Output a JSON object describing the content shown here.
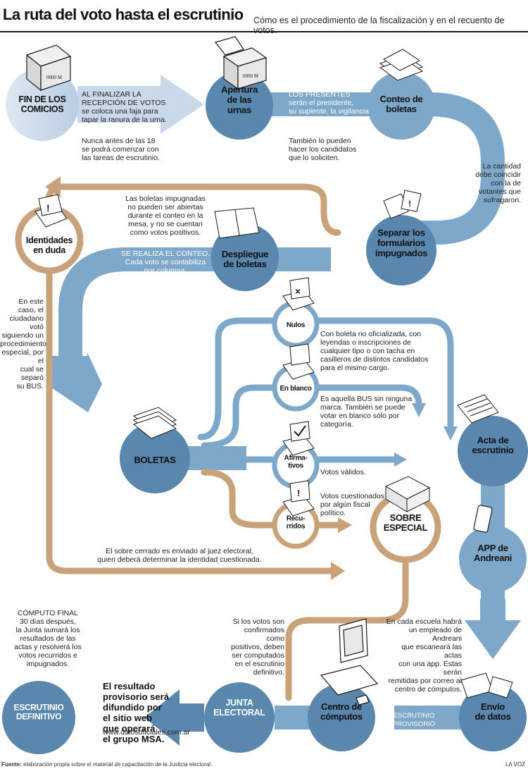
{
  "header": {
    "title": "La ruta del voto hasta el escrutinio",
    "subtitle": "Cómo es el procedimiento de la fiscalización y en el recuento de votos."
  },
  "colors": {
    "blue": "#7ea8c9",
    "blue_dark": "#5a87ad",
    "blue_light": "#c9d9ea",
    "tan": "#c9a27a",
    "ink": "#1a1a1a"
  },
  "nodes": {
    "fin": "FIN DE LOS\nCOMICIOS",
    "apertura": "Apertura\nde las\nurnas",
    "conteo": "Conteo de\nboletas",
    "separar": "Separar los\nformularios\nimpugnados",
    "despliegue": "Despliegue\nde boletas",
    "identidades": "Identidades\nen duda",
    "boletas": "BOLETAS",
    "nulos": "Nulos",
    "blanco": "En blanco",
    "afirmativos": "Afirma-\ntivos",
    "recurridos": "Recu-\nrridos",
    "sobre": "SOBRE\nESPECIAL",
    "acta": "Acta de\nescrutinio",
    "app": "APP de\nAndreani",
    "envio": "Envío\nde datos",
    "centro": "Centro de\ncómputos",
    "junta": "JUNTA\nELECTORAL",
    "definitivo": "ESCRUTINIO\nDEFINITIVO"
  },
  "notes": {
    "faja": "AL FINALIZAR LA\nRECEPCIÓN DE VOTOS\nse coloca una faja para\ntapar la ranura de la urna.",
    "nunca": "Nunca antes de las 18\nse podrá comenzar con\nlas tareas de escrutinio.",
    "presentes": "LOS PRESENTES\nserán el presidente,\nsu suplente, la vigilancia\npolicial y los fiscales.",
    "tambien": "También lo pueden\nhacer los candidatos\nque lo soliciten.",
    "cantidad": "La cantidad\ndebe coincidir\ncon la de\nvotantes que\nsufragaron.",
    "impugnadas": "Las boletas impugnadas\nno pueden ser abiertas\ndurante el conteo en la\nmesa, y no se cuentan\ncomo votos positivos.",
    "realiza": "SE REALIZA EL CONTEO.\nCada voto se contabiliza\npor columna.",
    "ciudadano": "En este caso, el\nciudadano votó\nsiguiendo un\nprocedimiento\nespecial, por el\ncual se separó\nsu BUS.",
    "nulos": "Con boleta no oficializada, con\nleyendas o inscripciones de\ncualquier tipo o con tacha en\ncasilleros de distintos candidatos\npara el mismo cargo.",
    "blanco": "Es aquella BUS sin ninguna\nmarca. También se puede\nvotar en blanco sólo por\ncategoría.",
    "afirmativos": "Votos válidos.",
    "recurridos": "Votos cuestionados\npor algún fiscal\npolítico.",
    "sobre": "El sobre cerrado es enviado al juez electoral,\nquien deberá determinar la identidad cuestionada.",
    "computo": "CÓMPUTO FINAL\n30 días después,\nla Junta sumará los\nresultados de las\nactas y resolverá los\nvotos recurridos e\nimpugnados.",
    "confirmados": "Si los votos son\nconfirmados como\npositivos, deben\nser computados\nen el escrutinio\ndefinitivo.",
    "escuela": "En cada escuela habrá\nun empleado de Andreani\nque escaneará las actas\ncon una app. Estas serán\nremitidas por correo al\ncentro de cómputos.",
    "provisorio": "ESCRUTINIO\nPROVISORIO"
  },
  "urn_labels": {
    "urn1": "0000 M",
    "urn2": "0000 M"
  },
  "result": "El resultado\nprovisorio será\ndifundido por\nel sitio web\nque operará\nel grupo MSA.",
  "site": "www.datosoficiales.com.ar",
  "footer": {
    "source_label": "Fuente:",
    "source": "elaboración propia sobre el material de capacitación de la Justicia electoral.",
    "brand": "LA VOZ"
  }
}
